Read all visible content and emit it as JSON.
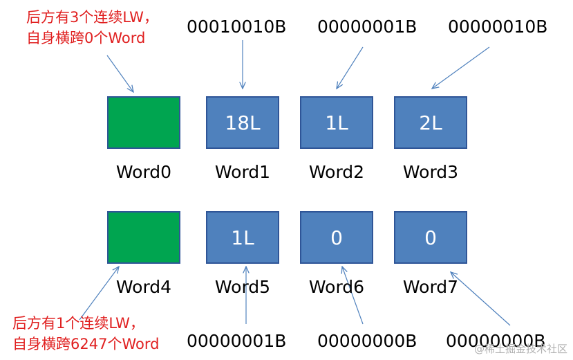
{
  "words_row1": [
    {
      "name": "Word0",
      "value": "",
      "color": "green"
    },
    {
      "name": "Word1",
      "value": "18L",
      "color": "blue"
    },
    {
      "name": "Word2",
      "value": "1L",
      "color": "blue"
    },
    {
      "name": "Word3",
      "value": "2L",
      "color": "blue"
    }
  ],
  "words_row2": [
    {
      "name": "Word4",
      "value": "",
      "color": "green"
    },
    {
      "name": "Word5",
      "value": "1L",
      "color": "blue"
    },
    {
      "name": "Word6",
      "value": "0",
      "color": "blue"
    },
    {
      "name": "Word7",
      "value": "0",
      "color": "blue"
    }
  ],
  "top_bits": [
    "00010010B",
    "00000001B",
    "00000010B"
  ],
  "bottom_bits": [
    "00000001B",
    "00000000B",
    "00000000B"
  ],
  "notes": {
    "top_line1": "后方有3个连续LW，",
    "top_line2": "自身横跨0个Word",
    "bottom_line1": "后方有1个连续LW，",
    "bottom_line2": "自身横跨6247个Word"
  },
  "watermark": "@稀土掘金技术社区",
  "colors": {
    "green": "#00a550",
    "blue": "#4f81bd",
    "border": "#2f5597",
    "note": "#e02020",
    "arrow": "#4f81bd"
  }
}
